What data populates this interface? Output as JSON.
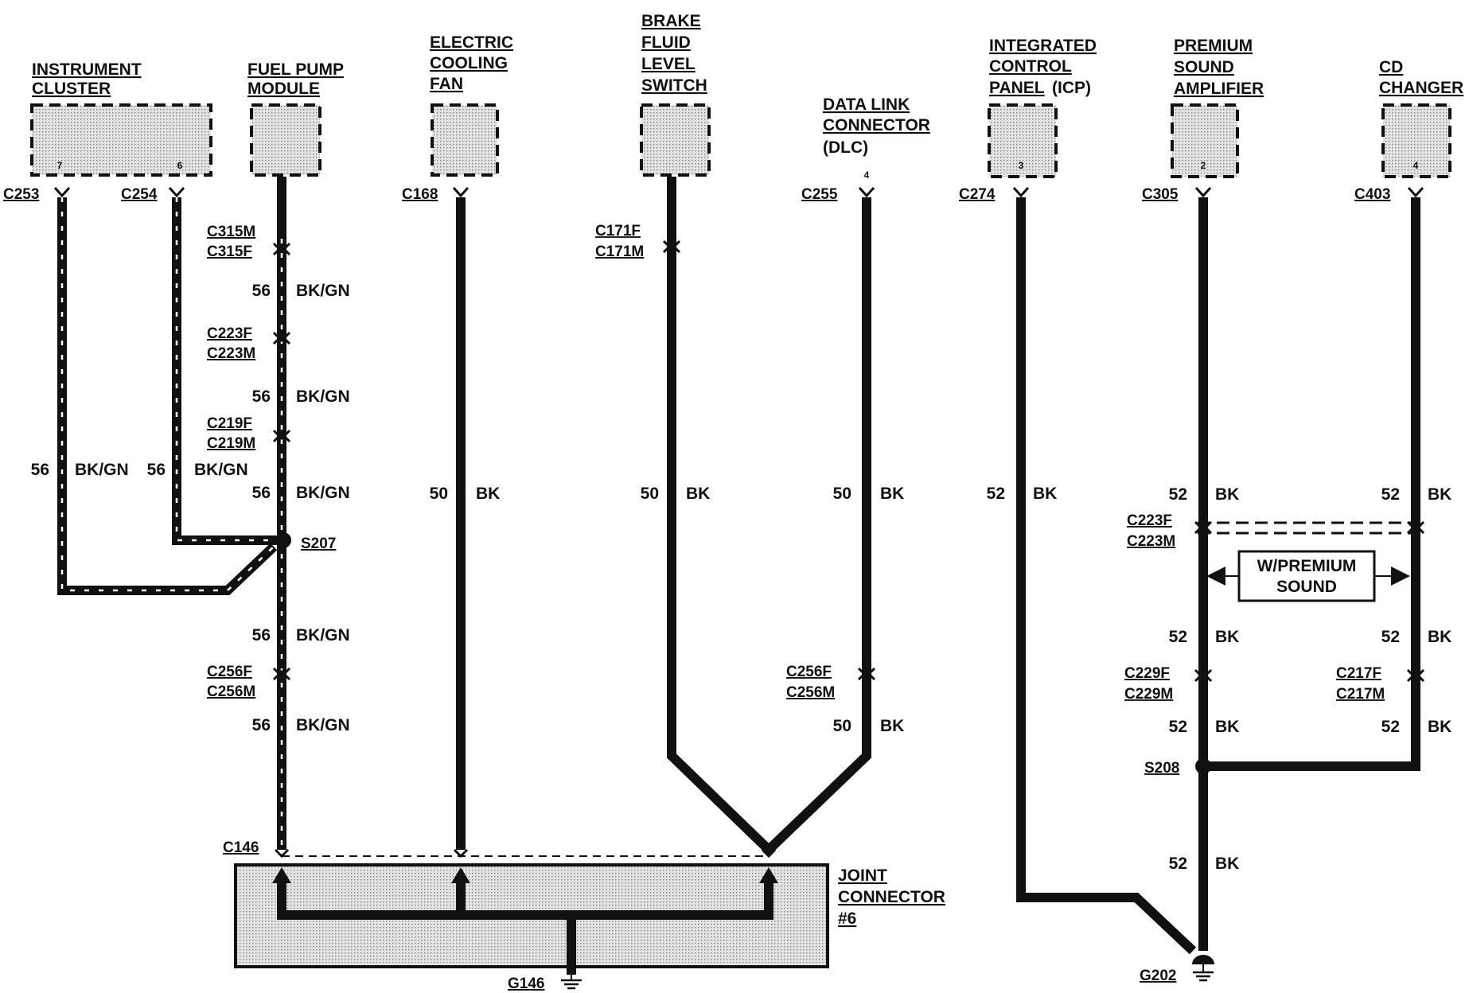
{
  "components": {
    "instrument_cluster": {
      "line1": "INSTRUMENT",
      "line2": "CLUSTER",
      "pin_a": "7",
      "pin_b": "6"
    },
    "fuel_pump_module": {
      "line1": "FUEL PUMP",
      "line2": "MODULE"
    },
    "electric_cooling_fan": {
      "line1": "ELECTRIC",
      "line2": "COOLING",
      "line3": "FAN"
    },
    "brake_fluid_level_switch": {
      "line1": "BRAKE",
      "line2": "FLUID",
      "line3": "LEVEL",
      "line4": "SWITCH"
    },
    "data_link_connector": {
      "line1": "DATA LINK",
      "line2": "CONNECTOR",
      "line3": "(DLC)",
      "pin": "4"
    },
    "integrated_control_panel": {
      "line1": "INTEGRATED",
      "line2": "CONTROL",
      "line3": "PANEL",
      "line3b": "(ICP)",
      "pin": "3"
    },
    "premium_sound_amplifier": {
      "line1": "PREMIUM",
      "line2": "SOUND",
      "line3": "AMPLIFIER",
      "pin": "2"
    },
    "cd_changer": {
      "line1": "CD",
      "line2": "CHANGER",
      "pin": "4"
    },
    "joint_connector": {
      "line1": "JOINT",
      "line2": "CONNECTOR",
      "line3": "#6"
    }
  },
  "connectors": {
    "c253": "C253",
    "c254": "C254",
    "c315m": "C315M",
    "c315f": "C315F",
    "c223f_a": "C223F",
    "c223m_a": "C223M",
    "c219f": "C219F",
    "c219m": "C219M",
    "c256f_a": "C256F",
    "c256m_a": "C256M",
    "c146": "C146",
    "c168": "C168",
    "c171f": "C171F",
    "c171m": "C171M",
    "c255": "C255",
    "c256f_b": "C256F",
    "c256m_b": "C256M",
    "c274": "C274",
    "c305": "C305",
    "c403": "C403",
    "c223f_b": "C223F",
    "c223m_b": "C223M",
    "c229f": "C229F",
    "c229m": "C229M",
    "c217f": "C217F",
    "c217m": "C217M"
  },
  "splices": {
    "s207": "S207",
    "s208": "S208"
  },
  "grounds": {
    "g146": "G146",
    "g202": "G202"
  },
  "wires": {
    "cluster_a": {
      "circuit": "56",
      "color": "BK/GN"
    },
    "cluster_b": {
      "circuit": "56",
      "color": "BK/GN"
    },
    "fpm_1": {
      "circuit": "56",
      "color": "BK/GN"
    },
    "fpm_2": {
      "circuit": "56",
      "color": "BK/GN"
    },
    "fpm_3": {
      "circuit": "56",
      "color": "BK/GN"
    },
    "fpm_4": {
      "circuit": "56",
      "color": "BK/GN"
    },
    "fpm_5": {
      "circuit": "56",
      "color": "BK/GN"
    },
    "fan": {
      "circuit": "50",
      "color": "BK"
    },
    "brake": {
      "circuit": "50",
      "color": "BK"
    },
    "dlc_1": {
      "circuit": "50",
      "color": "BK"
    },
    "dlc_2": {
      "circuit": "50",
      "color": "BK"
    },
    "icp": {
      "circuit": "52",
      "color": "BK"
    },
    "amp_1": {
      "circuit": "52",
      "color": "BK"
    },
    "amp_2": {
      "circuit": "52",
      "color": "BK"
    },
    "amp_3": {
      "circuit": "52",
      "color": "BK"
    },
    "amp_4": {
      "circuit": "52",
      "color": "BK"
    },
    "cd_1": {
      "circuit": "52",
      "color": "BK"
    },
    "cd_2": {
      "circuit": "52",
      "color": "BK"
    },
    "cd_3": {
      "circuit": "52",
      "color": "BK"
    }
  },
  "option_note": {
    "line1": "W/PREMIUM",
    "line2": "SOUND"
  }
}
